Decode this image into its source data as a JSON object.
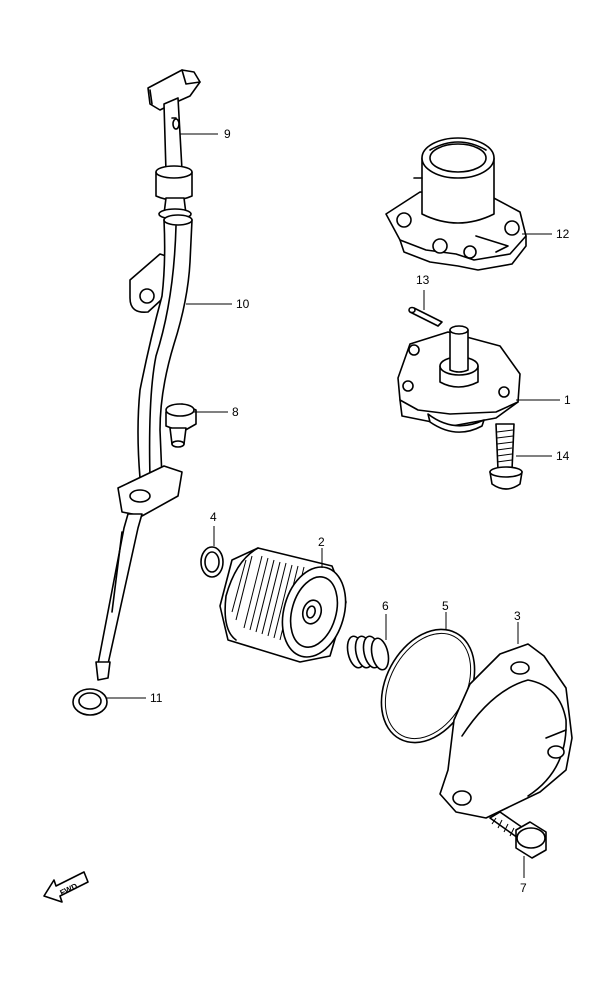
{
  "callouts": {
    "c1": "1",
    "c2": "2",
    "c3": "3",
    "c4": "4",
    "c5": "5",
    "c6": "6",
    "c7": "7",
    "c8": "8",
    "c9": "9",
    "c10": "10",
    "c11": "11",
    "c12": "12",
    "c13": "13",
    "c14": "14"
  },
  "fwd_label": "FWD",
  "icons": {
    "fwd_arrow": "fwd-arrow-icon"
  }
}
